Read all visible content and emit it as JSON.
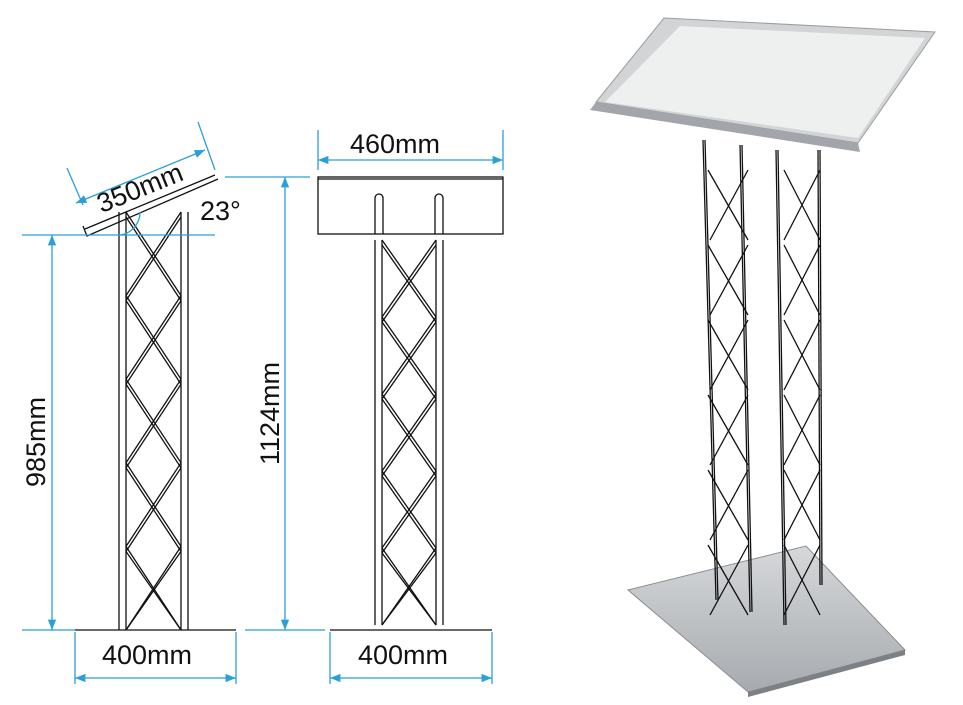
{
  "side_view": {
    "top_depth": "350mm",
    "tilt_angle": "23°",
    "lectern_height": "985mm",
    "base_width": "400mm"
  },
  "front_view": {
    "total_height": "1124mm",
    "top_width": "460mm",
    "base_width": "400mm"
  },
  "colors": {
    "dimension_lines": "#2a9fd8",
    "drawing_lines": "#111111",
    "product_metal": "#b9bcbf"
  }
}
